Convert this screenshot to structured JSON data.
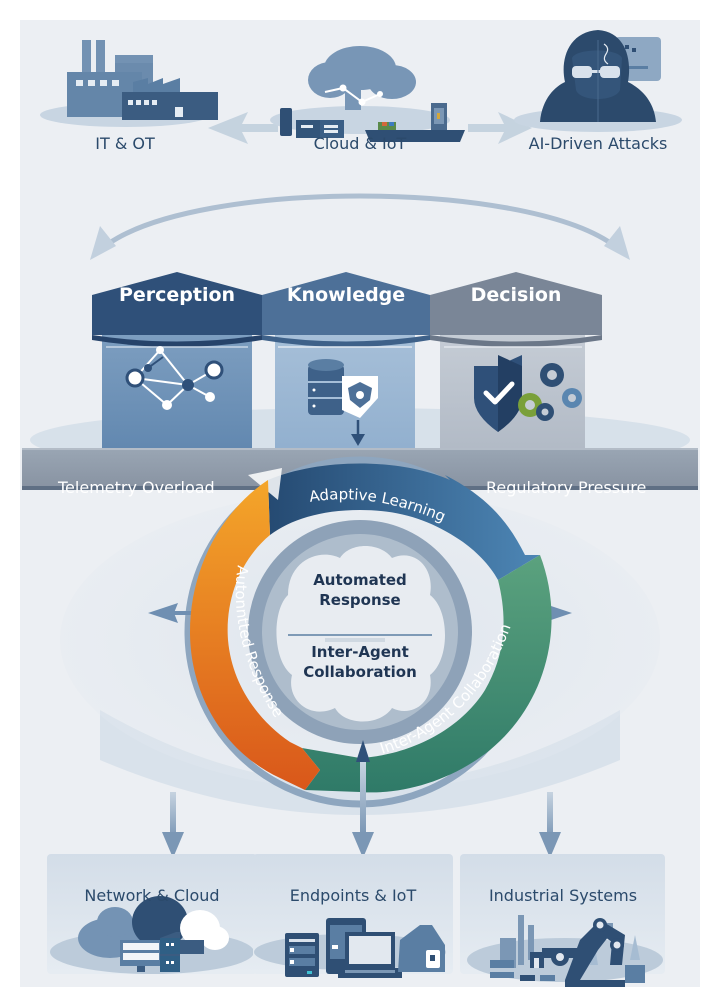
{
  "diagram": {
    "top_row": [
      {
        "id": "it-ot",
        "label": "IT & OT",
        "icon": "factory-icon"
      },
      {
        "id": "cloud-iot",
        "label": "Cloud & IoT",
        "icon": "cloud-network-icon"
      },
      {
        "id": "ai-attacks",
        "label": "AI-Driven Attacks",
        "icon": "hooded-hacker-icon"
      }
    ],
    "pillars": [
      {
        "id": "perception",
        "label": "Perception",
        "icon": "network-graph-icon",
        "color": "#3b5f86"
      },
      {
        "id": "knowledge",
        "label": "Knowledge",
        "icon": "database-shield-icon",
        "color": "#4c6f96"
      },
      {
        "id": "decision",
        "label": "Decision",
        "icon": "shield-check-gears-icon",
        "color": "#7a8697"
      }
    ],
    "band": {
      "left": "Telemetry Overload",
      "right": "Regulatory Pressure"
    },
    "cycle": {
      "segments": [
        {
          "id": "adaptive-learning",
          "label": "Adaptive Learning",
          "color": "#3a6690"
        },
        {
          "id": "inter-agent",
          "label": "Inter-Agent Collaboration",
          "color": "#3e8a6c"
        },
        {
          "id": "automated-response",
          "label": "Autonntted Response",
          "color": "#e8751f"
        }
      ],
      "center_top": [
        "Automated",
        "Response"
      ],
      "center_bottom": [
        "Inter-Agent",
        "Collaboration"
      ]
    },
    "bottom_row": [
      {
        "id": "network-cloud",
        "label": "Network & Cloud",
        "icon": "cloud-servers-icon"
      },
      {
        "id": "endpoints-iot",
        "label": "Endpoints & IoT",
        "icon": "devices-icon"
      },
      {
        "id": "industrial",
        "label": "Industrial Systems",
        "icon": "robot-arm-icon"
      }
    ],
    "colors": {
      "navy": "#2b4a6b",
      "slate": "#5a7ea4",
      "orange": "#e8751f",
      "green": "#3e8a6c",
      "accent_green": "#7aa03a"
    }
  }
}
